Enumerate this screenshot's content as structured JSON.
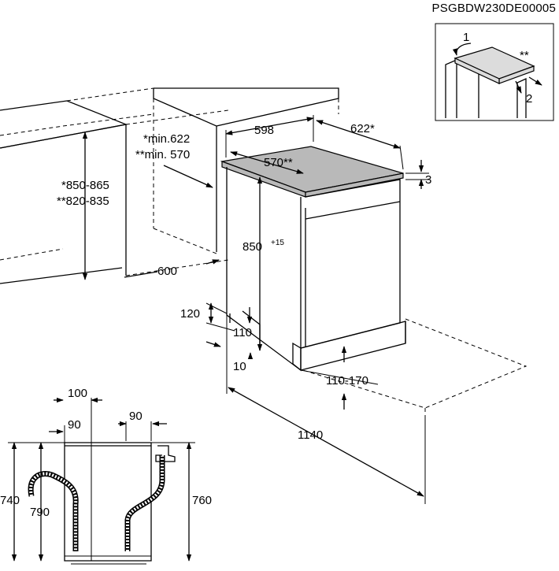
{
  "document_code": "PSGBDW230DE00005",
  "inset": {
    "step1": "1",
    "step2": "2",
    "note": "**"
  },
  "dimensions": {
    "niche_height": "*850-865",
    "niche_height_alt": "**820-835",
    "niche_depth": "*min.622",
    "niche_depth_alt": "**min. 570",
    "niche_width": "600",
    "width": "598",
    "depth": "622*",
    "depth_alt": "570**",
    "worktop_gap": "3",
    "height": "850",
    "height_tol": "+15",
    "foot_120": "120",
    "foot_110": "110",
    "foot_10": "10",
    "kick_range": "110-170",
    "total_depth": "1140"
  },
  "hose_view": {
    "d100": "100",
    "d90_left": "90",
    "d90_right": "90",
    "h740": "740",
    "h790": "790",
    "h760": "760"
  }
}
